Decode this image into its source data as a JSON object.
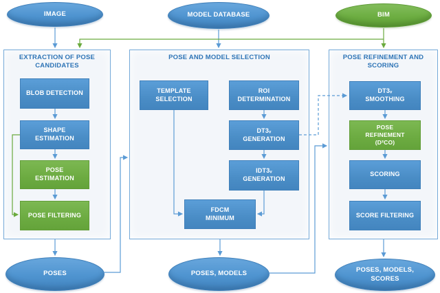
{
  "colors": {
    "node_blue": "#4f93ce",
    "node_green": "#70ad47",
    "title_blue": "#2e74b6",
    "connector_blue": "#5b9bd5",
    "connector_green": "#6aaa3d",
    "container_fill": "#f3f6fa"
  },
  "diagram": {
    "inputs": [
      {
        "label": "IMAGE"
      },
      {
        "label": "MODEL DATABASE"
      },
      {
        "label": "BIM"
      }
    ],
    "sections": [
      {
        "title": "EXTRACTION OF POSE\nCANDIDATES",
        "steps": [
          {
            "label": "BLOB DETECTION"
          },
          {
            "label": "SHAPE\nESTIMATION"
          },
          {
            "label": "POSE\nESTIMATION"
          },
          {
            "label": "POSE FILTERING"
          }
        ],
        "output": "POSES"
      },
      {
        "title": "POSE AND MODEL SELECTION",
        "steps": [
          {
            "label": "TEMPLATE\nSELECTION"
          },
          {
            "label": "ROI\nDETERMINATION"
          },
          {
            "label": "DT3ᵥ\nGENERATION"
          },
          {
            "label": "IDT3ᵥ\nGENERATION"
          },
          {
            "label": "FDCM\nMINIMUM"
          }
        ],
        "output": "POSES, MODELS"
      },
      {
        "title": "POSE REFINEMENT AND\nSCORING",
        "steps": [
          {
            "label": "DT3ᵥ\nSMOOTHING"
          },
          {
            "label": "POSE\nREFINEMENT\n(D²CO)"
          },
          {
            "label": "SCORING"
          },
          {
            "label": "SCORE FILTERING"
          }
        ],
        "output": "POSES, MODELS,\nSCORES"
      }
    ]
  }
}
